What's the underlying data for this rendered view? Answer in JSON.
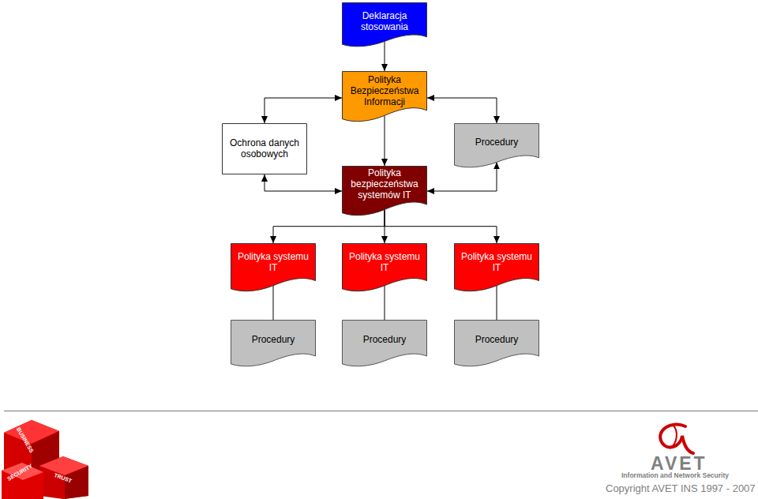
{
  "diagram": {
    "nodes": [
      {
        "text": [
          "Deklaracja stosowania"
        ]
      },
      {
        "text": [
          "Polityka Bezpieczeństwa Informacji"
        ]
      },
      {
        "text": [
          "Ochrona danych osobowych"
        ]
      },
      {
        "text": [
          "Procedury"
        ]
      },
      {
        "text": [
          "Polityka bezpieczeństwa systemów IT"
        ]
      },
      {
        "text": [
          "Polityka systemu IT"
        ]
      },
      {
        "text": [
          "Polityka systemu IT"
        ]
      },
      {
        "text": [
          "Polityka systemu IT"
        ]
      },
      {
        "text": [
          "Procedury"
        ]
      },
      {
        "text": [
          "Procedury"
        ]
      },
      {
        "text": [
          "Procedury"
        ]
      }
    ],
    "edges": [
      {
        "from": 0,
        "to": 1,
        "arrow": "to"
      },
      {
        "from": 1,
        "to": 2,
        "arrow": "both"
      },
      {
        "from": 1,
        "to": 3,
        "arrow": "both"
      },
      {
        "from": 1,
        "to": 4,
        "arrow": "to"
      },
      {
        "from": 4,
        "to": 2,
        "arrow": "both"
      },
      {
        "from": 4,
        "to": 3,
        "arrow": "both"
      },
      {
        "from": 4,
        "to": 5,
        "arrow": "to"
      },
      {
        "from": 4,
        "to": 6,
        "arrow": "to"
      },
      {
        "from": 4,
        "to": 7,
        "arrow": "to"
      },
      {
        "from": 5,
        "to": 8,
        "arrow": "none"
      },
      {
        "from": 6,
        "to": 9,
        "arrow": "none"
      },
      {
        "from": 7,
        "to": 10,
        "arrow": "none"
      }
    ],
    "labels": [
      "BUSINESS",
      "TRUST",
      "SECURITY",
      "AVET",
      "Information and Network Security",
      "Copyright AVET INS 1997 - 2007"
    ]
  }
}
